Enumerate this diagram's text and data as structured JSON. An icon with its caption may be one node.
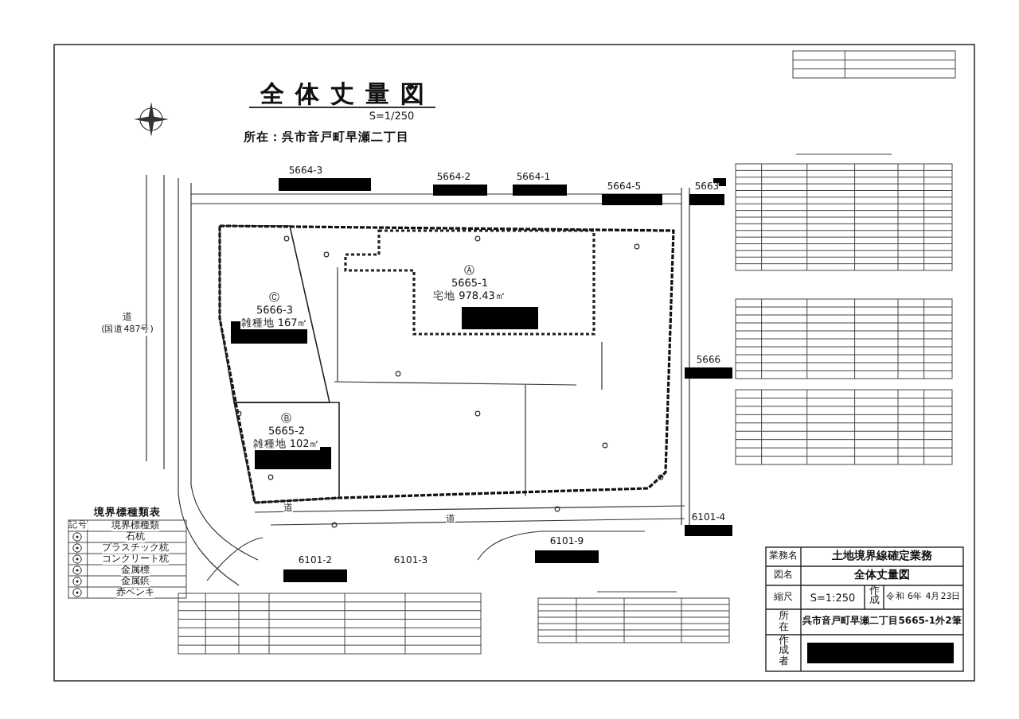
{
  "diagram": {
    "title": "全体丈量図",
    "nodes": [
      {
        "text": [
          "Ⓐ",
          "5665-1",
          "宅地 978.43㎡"
        ]
      },
      {
        "text": [
          "Ⓑ",
          "5665-2",
          "雑種地 102㎡"
        ]
      },
      {
        "text": [
          "Ⓒ",
          "5666-3",
          "雑種地 167㎡"
        ]
      }
    ],
    "labels": [
      "S=1/250",
      "所在：呉市音戸町早瀬二丁目",
      "5664-3",
      "5664-2",
      "5664-1",
      "5664-5",
      "5663",
      "5666",
      "6101-4",
      "6101-9",
      "6101-2",
      "6101-3",
      "道",
      "(国道487号)",
      "道",
      "道",
      "境界標種類表",
      "記号",
      "境界標種類",
      "石杭",
      "プラスチック杭",
      "コンクリート杭",
      "金属標",
      "金属鋲",
      "赤ペンキ",
      "業務名",
      "土地境界線確定業務",
      "図名",
      "全体丈量図",
      "縮尺",
      "S=1:250",
      "作成",
      "令和 6年 4月23日",
      "所在",
      "呉市音戸町早瀬二丁目5665-1外2筆",
      "作成者"
    ]
  }
}
